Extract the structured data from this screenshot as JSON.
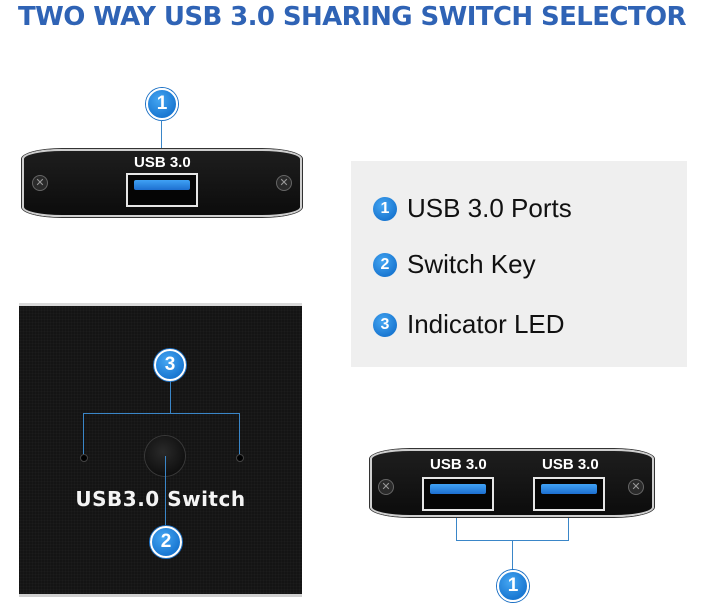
{
  "title": "TWO WAY USB 3.0 SHARING SWITCH SELECTOR",
  "colors": {
    "title": "#2f63b5",
    "badge": "#1a78d2",
    "legend_bg": "#efefef",
    "device": "#141414",
    "port_tongue": "#2f8be6"
  },
  "top_panel": {
    "badge": "1",
    "port_label": "USB 3.0"
  },
  "legend": {
    "items": [
      {
        "num": "1",
        "label": "USB 3.0 Ports"
      },
      {
        "num": "2",
        "label": "Switch Key"
      },
      {
        "num": "3",
        "label": "Indicator LED"
      }
    ]
  },
  "front_panel": {
    "brand": "USB3.0 Switch",
    "led_badge": "3",
    "switch_badge": "2"
  },
  "bottom_panel": {
    "badge": "1",
    "port_labels": [
      "USB 3.0",
      "USB 3.0"
    ]
  },
  "icons": {
    "screw": "screw-icon",
    "usb_port": "usb-a-port-icon"
  }
}
